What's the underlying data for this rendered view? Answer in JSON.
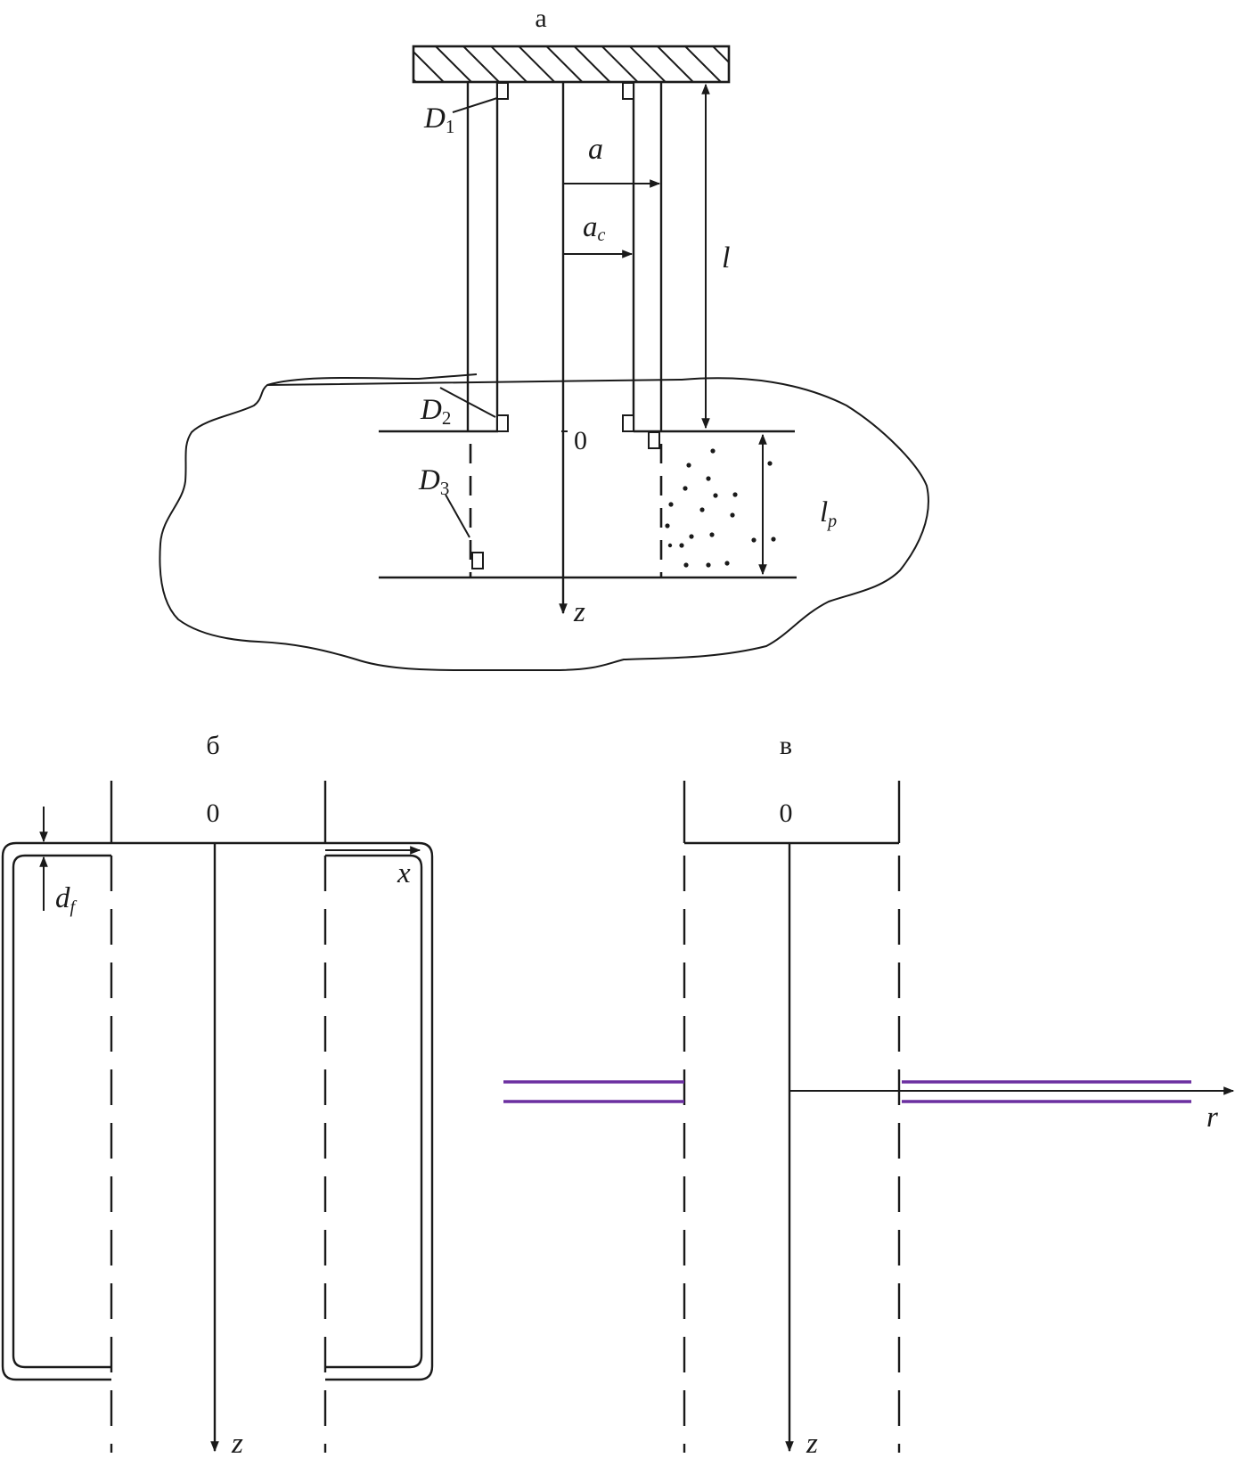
{
  "panel_a": {
    "title": "а",
    "labels": {
      "D1_base": "D",
      "D1_sub": "1",
      "D2_base": "D",
      "D2_sub": "2",
      "D3_base": "D",
      "D3_sub": "3",
      "a": "a",
      "ac_base": "a",
      "ac_sub": "c",
      "l": "l",
      "lp_base": "l",
      "lp_sub": "p",
      "zero": "0",
      "z": "z"
    }
  },
  "panel_b": {
    "title": "б",
    "labels": {
      "zero": "0",
      "x": "x",
      "df_base": "d",
      "df_sub": "f",
      "z": "z"
    }
  },
  "panel_c": {
    "title": "в",
    "labels": {
      "zero": "0",
      "r": "r",
      "z": "z"
    },
    "colors": {
      "layer": "#6b2fa0"
    }
  }
}
